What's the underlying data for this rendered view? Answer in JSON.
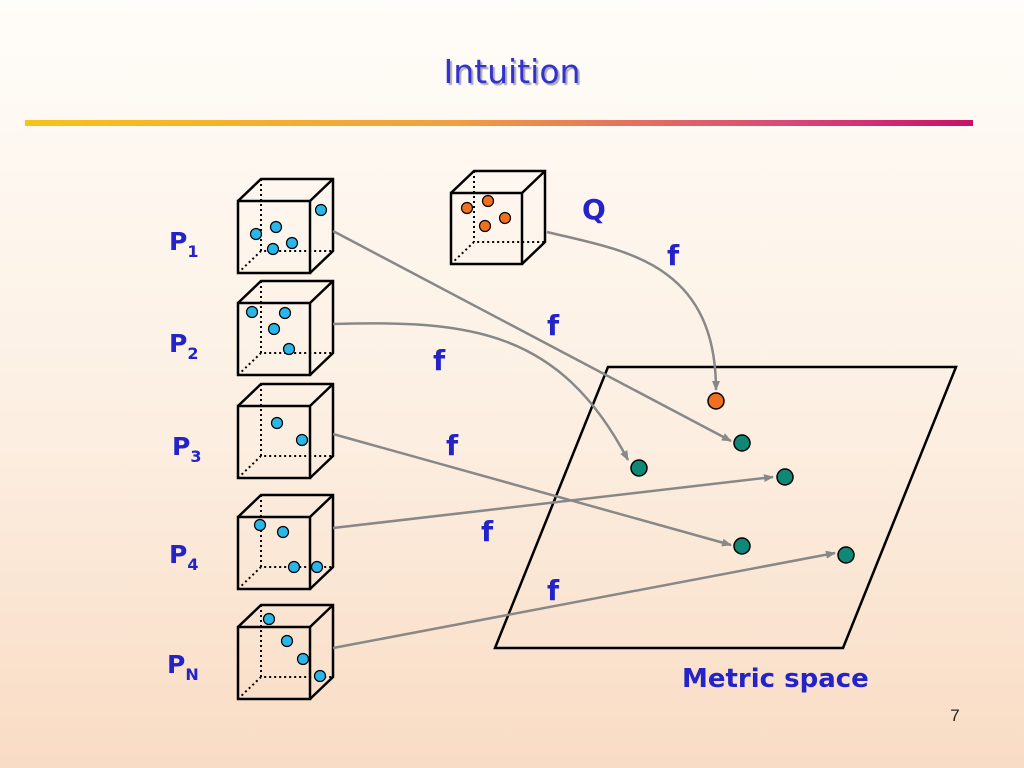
{
  "slide": {
    "title": "Intuition",
    "page_number": "7"
  },
  "labels": {
    "sets": [
      {
        "main": "P",
        "sub": "1"
      },
      {
        "main": "P",
        "sub": "2"
      },
      {
        "main": "P",
        "sub": "3"
      },
      {
        "main": "P",
        "sub": "4"
      },
      {
        "main": "P",
        "sub": "N"
      }
    ],
    "query": "Q",
    "function": "f",
    "space": "Metric space"
  },
  "colors": {
    "title": "#3333cc",
    "label": "#2323c8",
    "set_point": "#29b6e8",
    "query_point": "#f07020",
    "mapped_point": "#108878",
    "arrow": "#888888"
  }
}
